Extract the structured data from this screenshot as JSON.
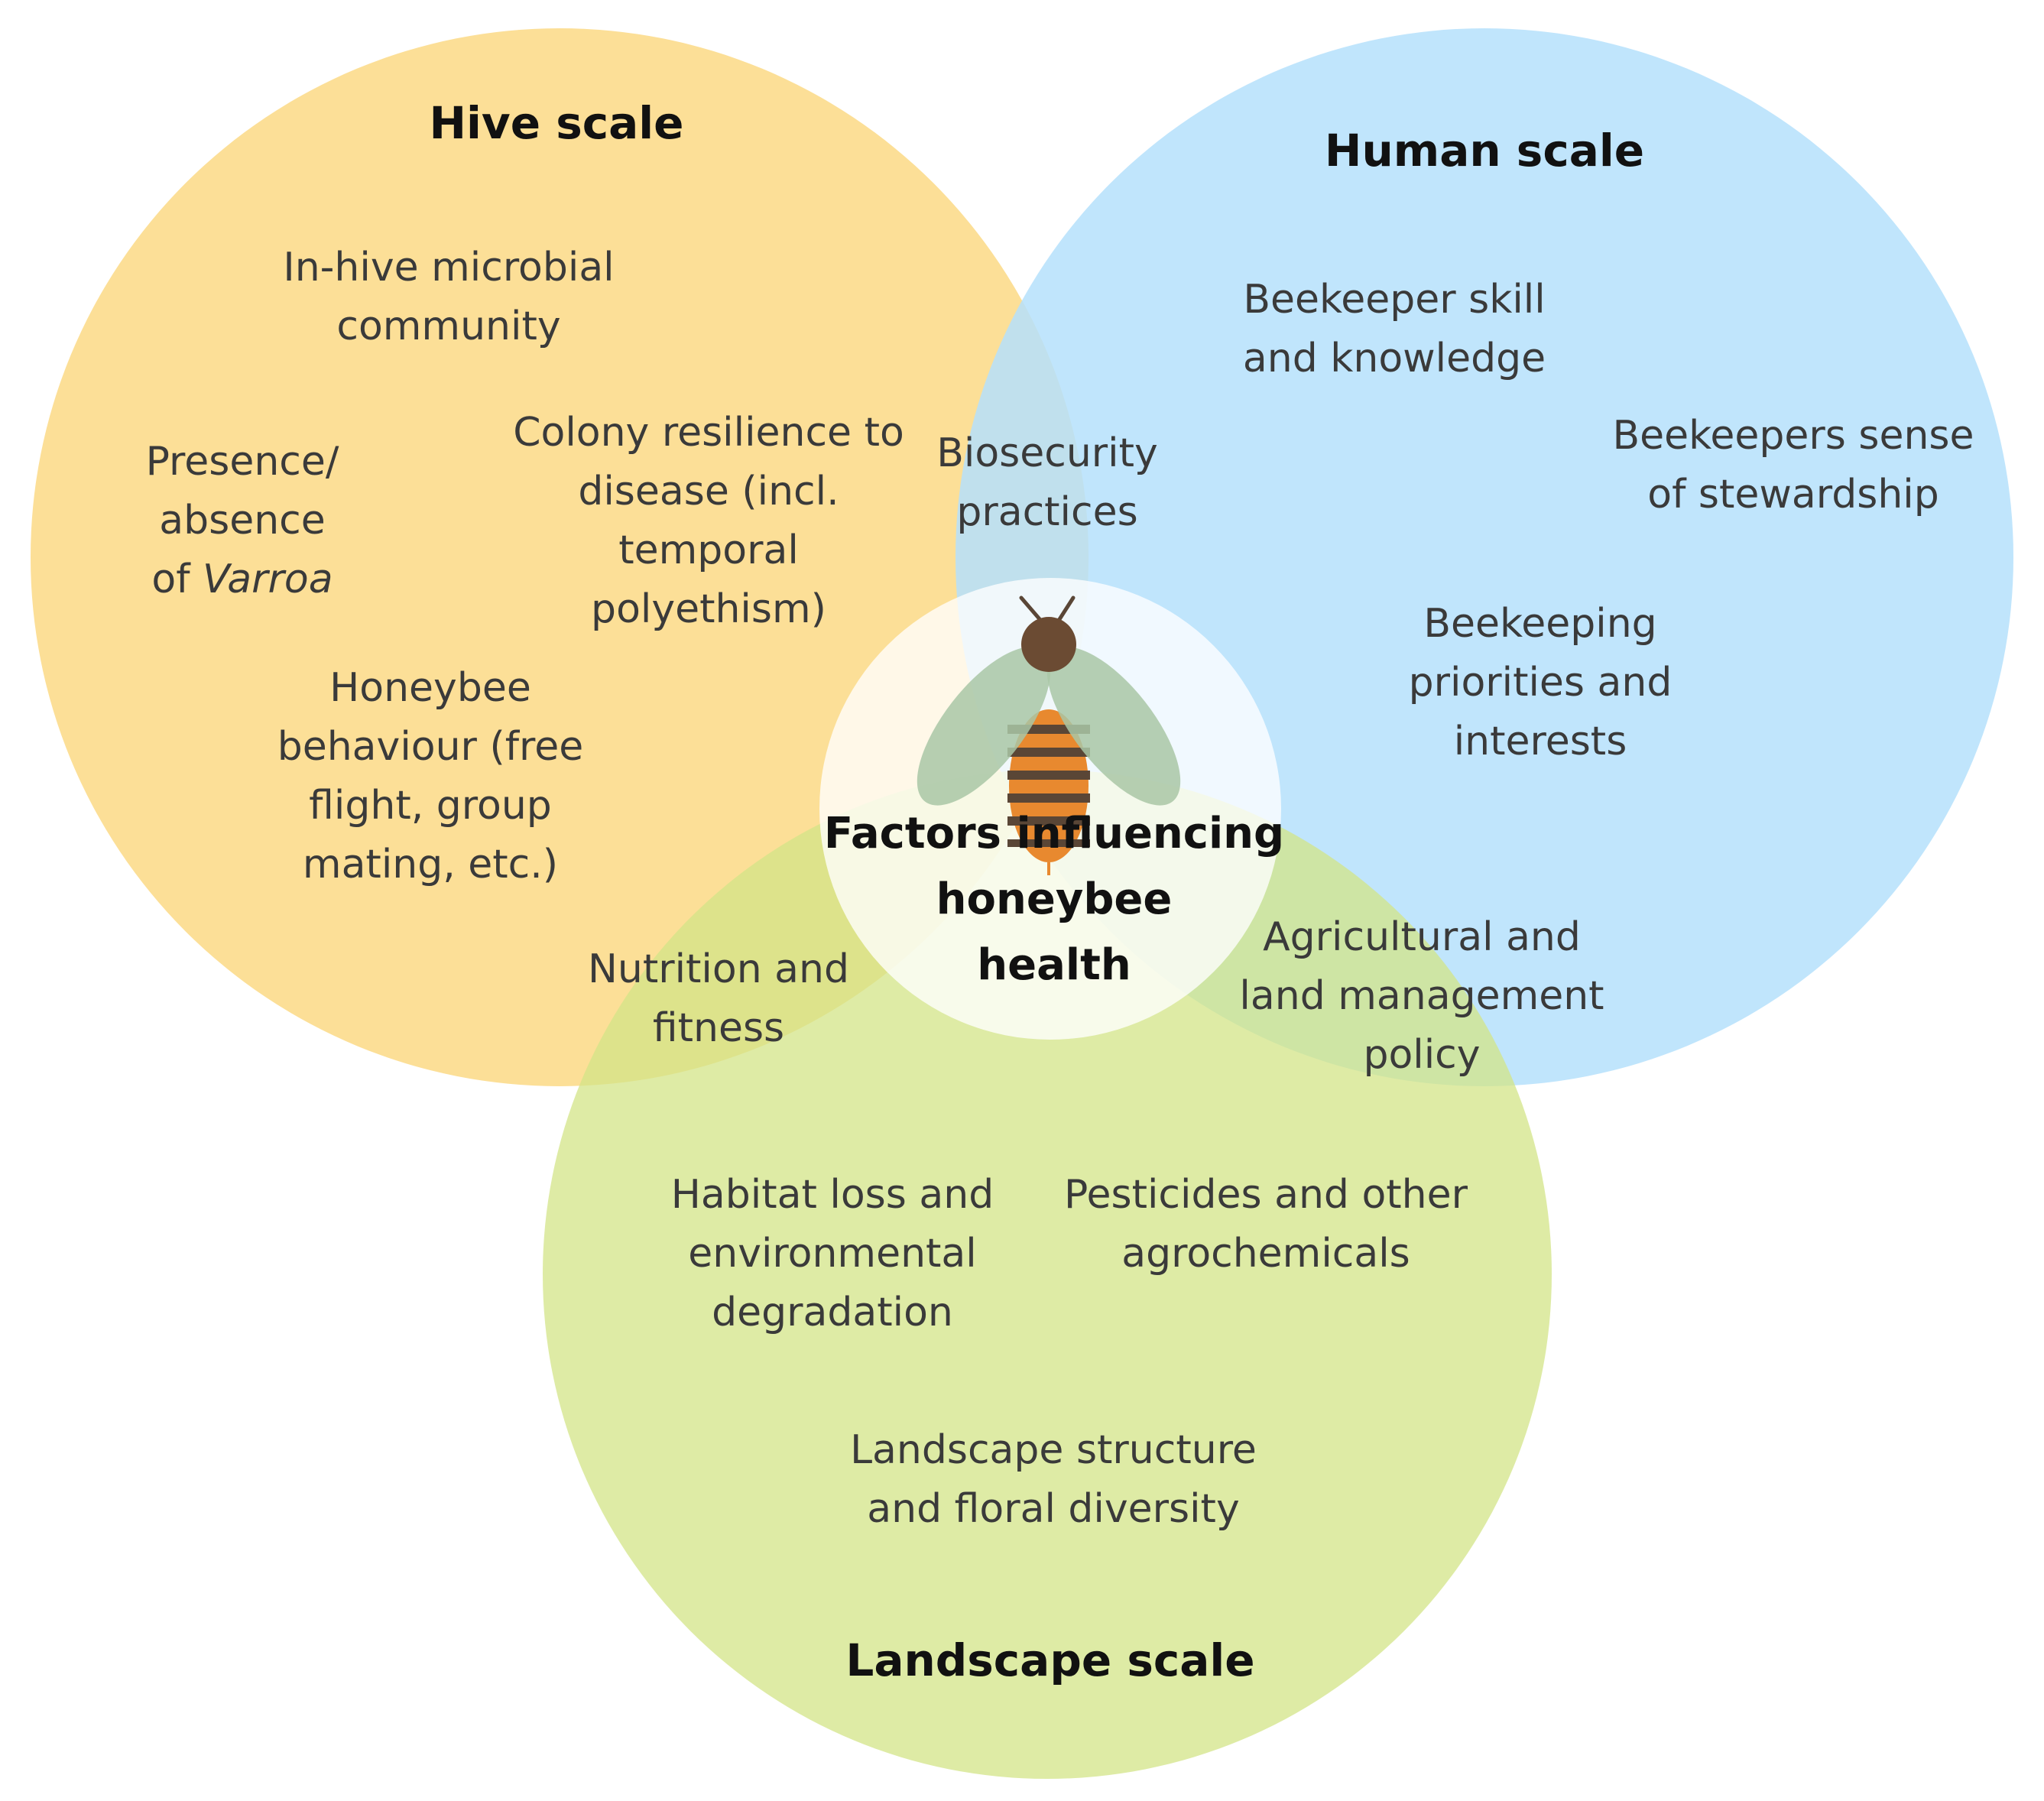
{
  "colors": {
    "hive": "#fbd985",
    "human": "#b5e0fb",
    "landscape": "#d3e487",
    "center": "#ffffff",
    "text": "#3a3a3a",
    "title": "#111111"
  },
  "center": {
    "title_lines": [
      "Factors influencing",
      "honeybee",
      "health"
    ],
    "icon": "bee-icon"
  },
  "circles": {
    "hive": {
      "title": "Hive scale"
    },
    "human": {
      "title": "Human scale"
    },
    "landscape": {
      "title": "Landscape scale"
    }
  },
  "items": {
    "microbial": [
      "In-hive microbial",
      "community"
    ],
    "varroa": [
      "Presence/",
      "absence",
      "of ",
      "Varroa"
    ],
    "resilience": [
      "Colony resilience to",
      "disease (incl.",
      "temporal",
      "polyethism)"
    ],
    "behaviour": [
      "Honeybee",
      "behaviour (free",
      "flight, group",
      "mating, etc.)"
    ],
    "biosecurity": [
      "Biosecurity",
      "practices"
    ],
    "skill": [
      "Beekeeper skill",
      "and knowledge"
    ],
    "stewardship": [
      "Beekeepers sense",
      "of stewardship"
    ],
    "priorities": [
      "Beekeeping",
      "priorities and",
      "interests"
    ],
    "nutrition": [
      "Nutrition and",
      "fitness"
    ],
    "agricultural": [
      "Agricultural and",
      "land management",
      "policy"
    ],
    "habitat": [
      "Habitat loss and",
      "environmental",
      "degradation"
    ],
    "pesticides": [
      "Pesticides and other",
      "agrochemicals"
    ],
    "floral": [
      "Landscape structure",
      "and floral diversity"
    ]
  }
}
